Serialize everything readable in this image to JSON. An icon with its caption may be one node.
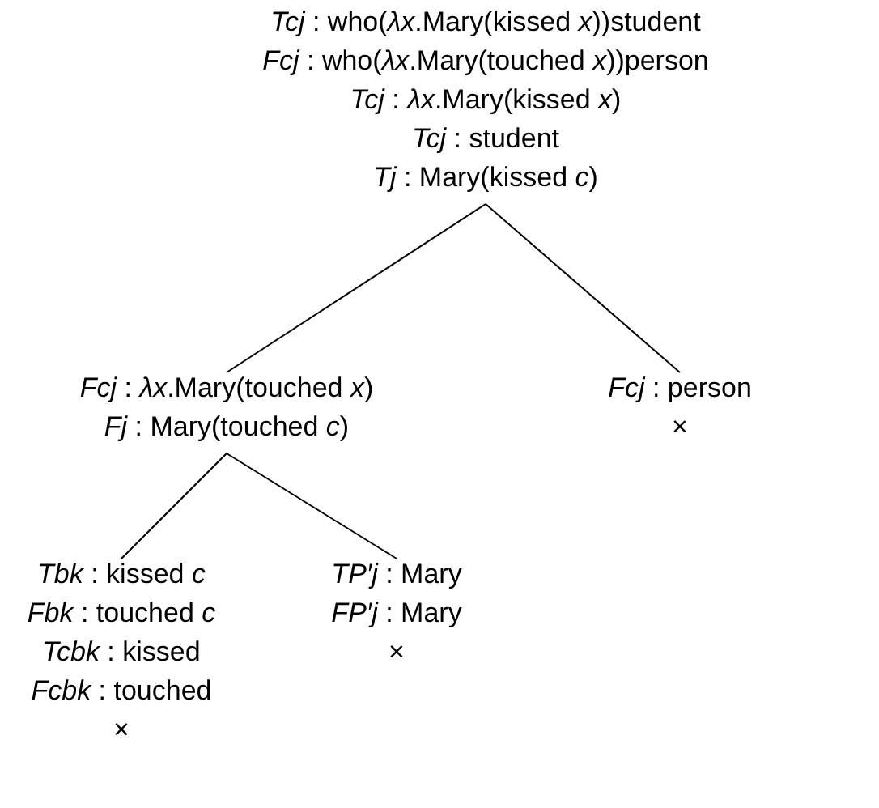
{
  "diagram": {
    "nodes": [
      {
        "text": [
          "*Tcj* : who(*λx*.Mary(kissed *x*))student",
          "*Fcj* : who(*λx*.Mary(touched *x*))person",
          "*Tcj* : *λx*.Mary(kissed *x*)",
          "*Tcj* : student",
          "*Tj* : Mary(kissed *c*)"
        ]
      },
      {
        "text": [
          "*Fcj* : *λx*.Mary(touched *x*)",
          "*Fj* : Mary(touched *c*)"
        ]
      },
      {
        "text": [
          "*Fcj* : person"
        ],
        "beside": [
          "×"
        ]
      },
      {
        "text": [
          "*Tbk* : kissed *c*",
          "*Fbk* : touched *c*",
          "*Tcbk* : kissed",
          "*Fcbk* : touched"
        ],
        "beside": [
          "×"
        ]
      },
      {
        "text": [
          "*TP′j* : Mary",
          "*FP′j* : Mary"
        ],
        "beside": [
          "×"
        ]
      }
    ],
    "edges": [
      {
        "from": 0,
        "to": 1,
        "arrow": "none"
      },
      {
        "from": 0,
        "to": 2,
        "arrow": "none"
      },
      {
        "from": 1,
        "to": 3,
        "arrow": "none"
      },
      {
        "from": 1,
        "to": 4,
        "arrow": "none"
      }
    ]
  }
}
